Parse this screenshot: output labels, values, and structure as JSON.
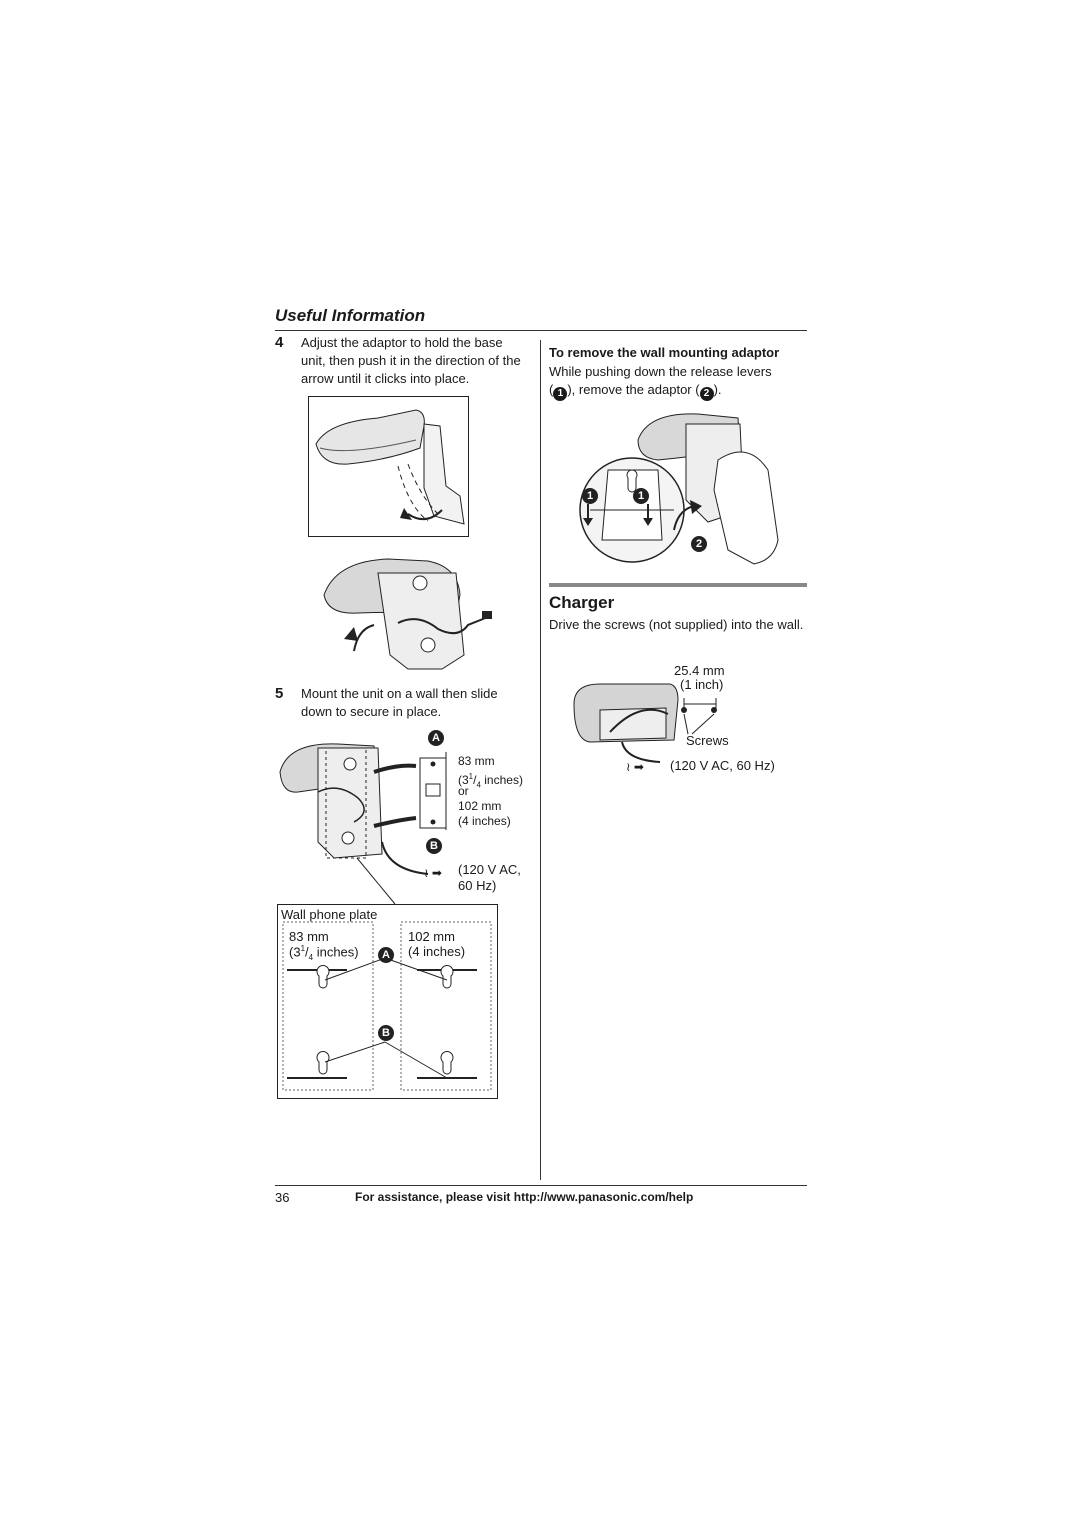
{
  "header": {
    "section_title": "Useful Information"
  },
  "left": {
    "step4": {
      "num": "4",
      "text": "Adjust the adaptor to hold the base unit, then push it in the direction of the arrow until it clicks into place."
    },
    "step5": {
      "num": "5",
      "text": "Mount the unit on a wall then slide down to secure in place."
    },
    "mount_labels": {
      "marker_a": "A",
      "marker_b": "B",
      "dim_83": "83 mm",
      "dim_83_in_whole": "(3",
      "dim_83_in_num": "1",
      "dim_83_in_den": "4",
      "dim_83_in_unit": " inches)",
      "or": "or",
      "dim_102": "102 mm",
      "dim_102_in": "(4 inches)",
      "power_line1": "(120 V AC,",
      "power_line2": "60 Hz)"
    },
    "wall_plate": {
      "title": "Wall phone plate",
      "left_mm": "83 mm",
      "left_in_whole": "(3",
      "left_in_num": "1",
      "left_in_den": "4",
      "left_in_unit": " inches)",
      "right_mm": "102 mm",
      "right_in": "(4 inches)",
      "marker_a": "A",
      "marker_b": "B"
    }
  },
  "right": {
    "remove": {
      "title": "To remove the wall mounting adaptor",
      "text_line1": "While pushing down the release levers",
      "text_open": "(",
      "marker1": "1",
      "text_mid": "), remove the adaptor (",
      "marker2": "2",
      "text_close": ")."
    },
    "remove_markers": {
      "m1a": "1",
      "m1b": "1",
      "m2": "2"
    },
    "charger": {
      "title": "Charger",
      "text": "Drive the screws (not supplied) into the wall.",
      "dim_mm": "25.4 mm",
      "dim_in": "(1 inch)",
      "screws": "Screws",
      "power": "(120 V AC, 60 Hz)"
    }
  },
  "footer": {
    "page_number": "36",
    "help_text": "For assistance, please visit http://www.panasonic.com/help"
  }
}
